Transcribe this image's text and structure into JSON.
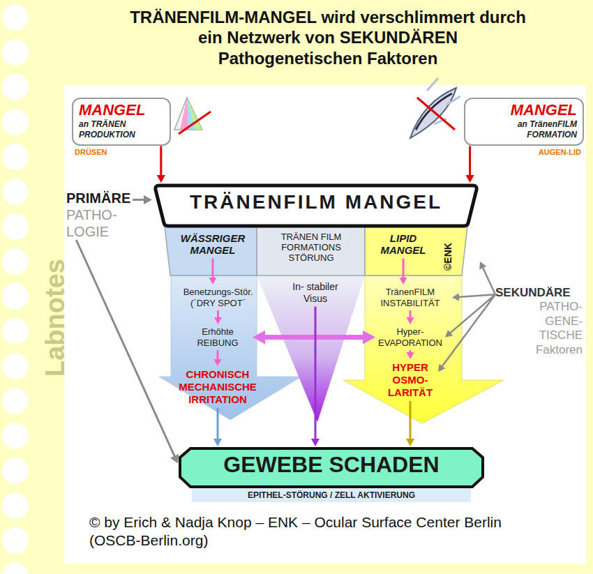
{
  "diagram": {
    "title": "TRÄNENFILM-MANGEL wird verschlimmert durch ein Netzwerk von SEKUNDÄREN Pathogenetischen Faktoren",
    "caption": "© by Erich & Nadja Knop – ENK – Ocular Surface Center Berlin (OSCB-Berlin.org)",
    "nodes": [
      {
        "text": [
          "MANGEL",
          "an TRÄNEN PRODUKTION",
          "DRÜSEN"
        ]
      },
      {
        "text": [
          "MANGEL",
          "an TränenFILM FORMATION",
          "AUGEN-LID"
        ]
      },
      {
        "text": [
          "PRIMÄRE",
          "PATHO- LOGIE"
        ]
      },
      {
        "text": [
          "TRÄNENFILM MANGEL"
        ]
      },
      {
        "text": [
          "WÄSSRIGER MANGEL"
        ],
        "in": 3
      },
      {
        "text": [
          "TRÄNEN FILM FORMATIONS STÖRUNG"
        ],
        "in": 3
      },
      {
        "text": [
          "LIPID MANGEL"
        ],
        "in": 3
      },
      {
        "text": [
          "Benetzungs-Stör. (´DRY SPOT´"
        ]
      },
      {
        "text": [
          "Erhöhte REIBUNG"
        ]
      },
      {
        "text": [
          "CHRONISCH MECHANISCHE IRRITATION"
        ]
      },
      {
        "text": [
          "In- stabiler Visus"
        ]
      },
      {
        "text": [
          "TränenFILM INSTABILITÄT"
        ]
      },
      {
        "text": [
          "Hyper- EVAPORATION"
        ]
      },
      {
        "text": [
          "HYPER OSMO- LARITÄT"
        ]
      },
      {
        "text": [
          "SEKUNDÄRE",
          "PATHO- GENE- TISCHE Faktoren"
        ]
      },
      {
        "text": [
          "GEWEBE SCHADEN",
          "EPITHEL-STÖRUNG / ZELL AKTIVIERUNG"
        ]
      }
    ],
    "edges": [
      {
        "from": 0,
        "to": 3,
        "arrow": "to"
      },
      {
        "from": 1,
        "to": 3,
        "arrow": "to"
      },
      {
        "from": 2,
        "to": 3,
        "arrow": "to"
      },
      {
        "from": 2,
        "to": 15,
        "arrow": "to"
      },
      {
        "from": 4,
        "to": 7,
        "arrow": "to"
      },
      {
        "from": 7,
        "to": 8,
        "arrow": "to"
      },
      {
        "from": 8,
        "to": 9,
        "arrow": "to"
      },
      {
        "from": 6,
        "to": 11,
        "arrow": "to"
      },
      {
        "from": 11,
        "to": 12,
        "arrow": "to"
      },
      {
        "from": 12,
        "to": 13,
        "arrow": "to"
      },
      {
        "from": 8,
        "to": 12,
        "arrow": "both"
      },
      {
        "from": 14,
        "to": 3,
        "arrow": "to"
      },
      {
        "from": 14,
        "to": 11,
        "arrow": "to"
      },
      {
        "from": 14,
        "to": 12,
        "arrow": "to"
      },
      {
        "from": 14,
        "to": 13,
        "arrow": "to"
      },
      {
        "from": 9,
        "to": 15,
        "arrow": "to"
      },
      {
        "from": 10,
        "to": 15,
        "arrow": "to"
      },
      {
        "from": 13,
        "to": 15,
        "arrow": "to"
      }
    ],
    "labels": [
      "©ENK",
      "Labnotes"
    ]
  }
}
